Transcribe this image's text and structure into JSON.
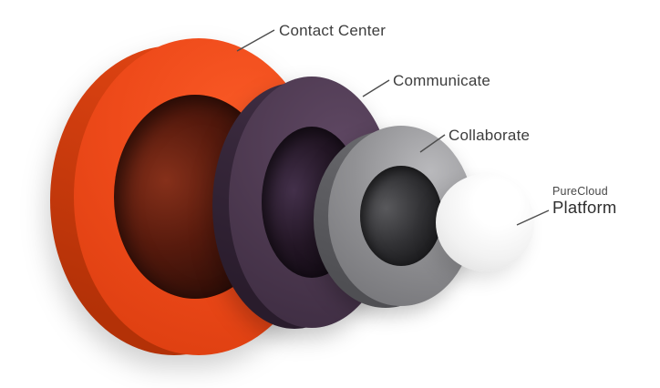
{
  "diagram": {
    "type": "layered-rings",
    "background": "#FFFFFF",
    "label_color": "#3D3D3D",
    "rings": [
      {
        "label": "Contact Center",
        "color": "#EE4A1A",
        "depth_color": "#B33107"
      },
      {
        "label": "Communicate",
        "color": "#4D3950",
        "depth_color": "#291C2C"
      },
      {
        "label": "Collaborate",
        "color": "#919194",
        "depth_color": "#4F4F53"
      },
      {
        "brand": "PureCloud",
        "label": "Platform",
        "color": "#F7F7F7"
      }
    ]
  }
}
